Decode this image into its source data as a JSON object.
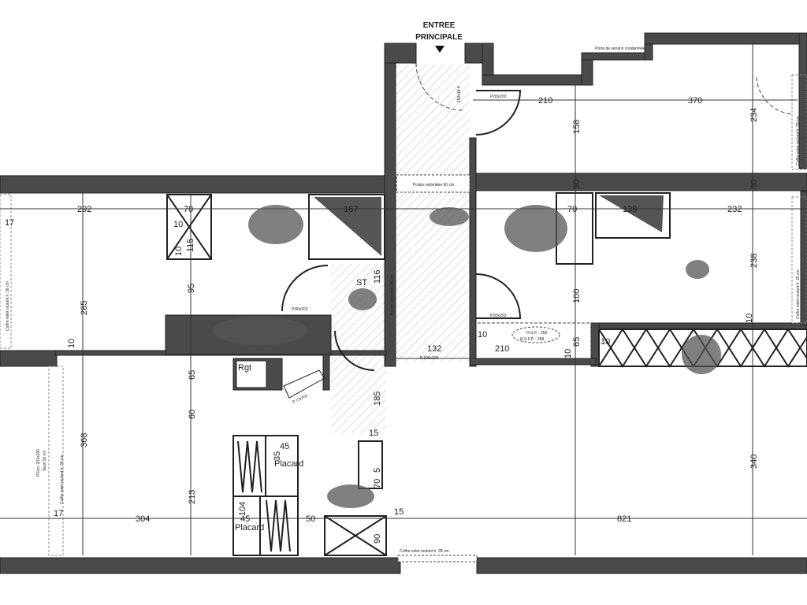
{
  "plan": {
    "entrance": {
      "line1": "ENTREE",
      "line2": "PRINCIPALE"
    },
    "notes": {
      "porte_service": "Porte de service condamnée",
      "poutre_top": "Poutre retombée 60 cm",
      "poutre_side": "Poutre retombée 60 cm",
      "coffre_left_top": "Coffre volet roulant h. 26 cm",
      "coffre_left_bottom": "Coffre volet roulant h. 26 cm",
      "pfen": "P.Fen. 201x240",
      "seuil": "Seuil 18 cm",
      "coffre_right_top": "Coffre volet roulant h. 25 cm",
      "coffre_right_mid": "Coffre volet roulant h. 25 cm",
      "coffre_bottom": "Coffre volet roulant h. 28 cm",
      "hsp": "H.S.P. : 250",
      "hsfp": "H.S.F.P. : 258",
      "rgt": "Rgt",
      "placard1": "Placard",
      "placard2": "Placard",
      "st": "ST"
    },
    "doors": {
      "d1": "P.83x203",
      "d2": "P.80x203",
      "d3": "P.83x203",
      "d4": "P.73x203",
      "d5": "P.100x203",
      "d6": "150x18.4"
    },
    "dimensions": {
      "d210_top": "210",
      "d370": "370",
      "d158": "158",
      "d234": "234",
      "d30a": "30",
      "d30b": "30",
      "d292": "292",
      "d70a": "70",
      "d167": "167",
      "d70b": "70",
      "d139": "139",
      "d232": "232",
      "d17a": "17",
      "d10a": "10",
      "d115": "115",
      "d10b": "10",
      "d116": "116",
      "d95": "95",
      "d285": "285",
      "d10c": "10",
      "d238": "238",
      "d100": "100",
      "d10d": "10",
      "d132": "132",
      "d210_mid": "210",
      "d65a": "65",
      "d10e": "10",
      "d10f": "10",
      "d10g": "10",
      "d65b": "65",
      "d60": "60",
      "d368": "368",
      "d213": "213",
      "d185": "185",
      "d45a": "45",
      "d35": "35",
      "d104": "104",
      "d45b": "45",
      "d15": "15",
      "d17b": "17",
      "d304": "304",
      "d50": "50",
      "d15b": "15",
      "d821": "821",
      "d340": "340",
      "d90": "90",
      "d5": "5",
      "d70c": "70"
    }
  }
}
